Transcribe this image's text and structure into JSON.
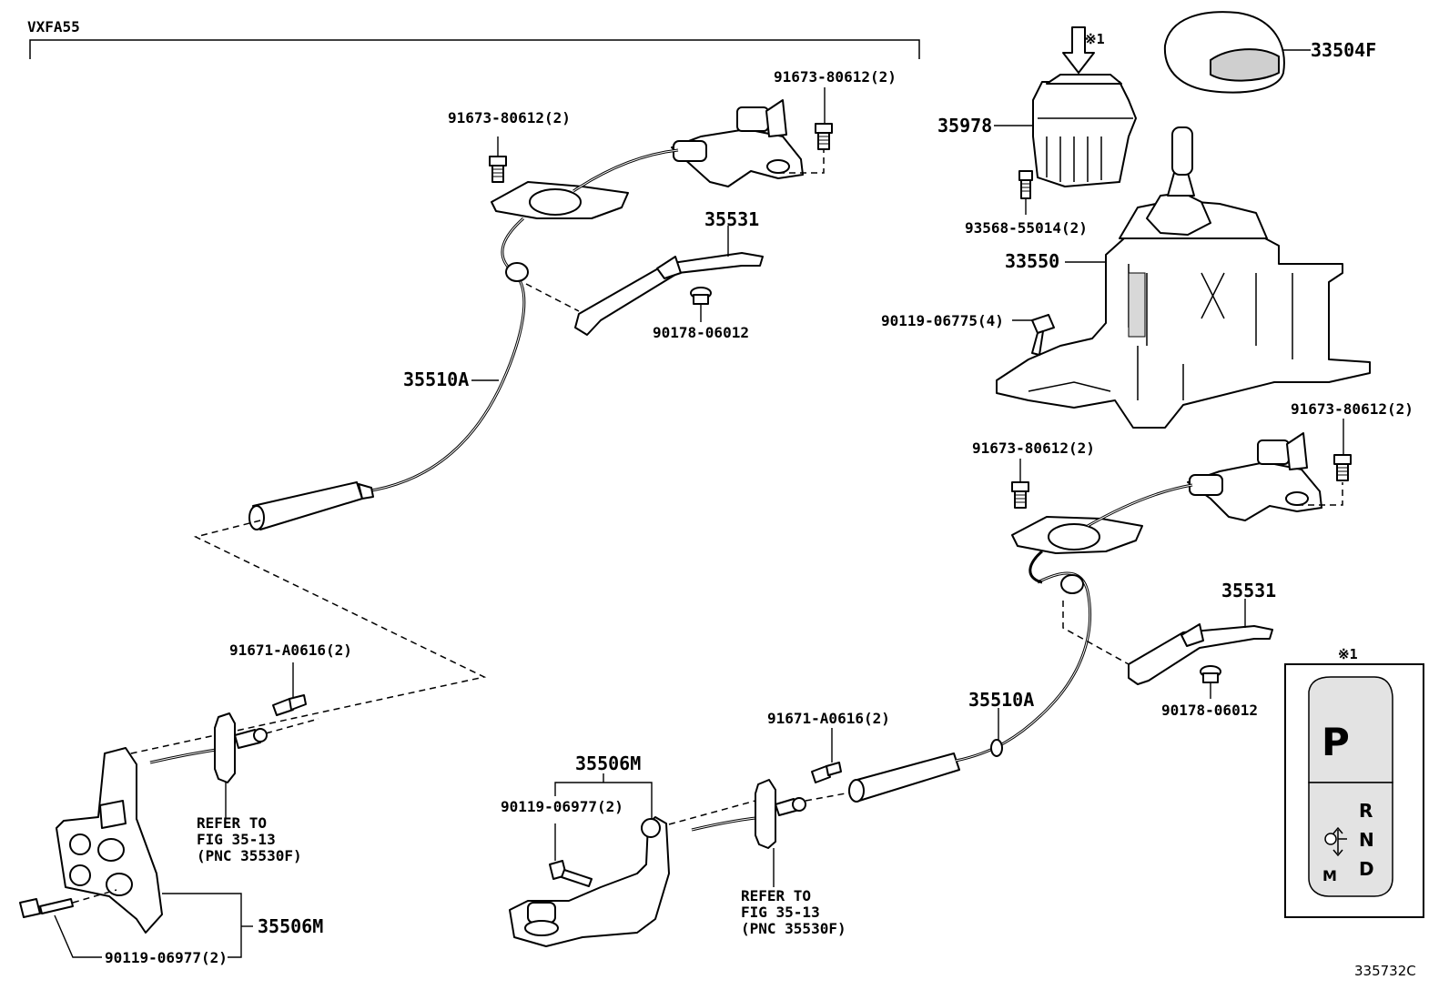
{
  "diagram": {
    "model_code": "VXFA55",
    "figure_id": "335732C",
    "note_mark": "※1",
    "parts": {
      "shift_knob": "33504F",
      "switch_assy": "35978",
      "switch_screw": "93568-55014(2)",
      "shift_lever_assy": "33550",
      "lever_bolt": "90119-06775(4)",
      "bracket_bolt_a": "91673-80612(2)",
      "bracket_bolt_b": "91673-80612(2)",
      "bracket_bolt_c": "91673-80612(2)",
      "bracket_bolt_d": "91673-80612(2)",
      "cable_clamp_a": "35531",
      "cable_clamp_b": "35531",
      "clip_a": "90178-06012",
      "clip_b": "90178-06012",
      "control_cable_a": "35510A",
      "control_cable_b": "35510A",
      "cable_bolt_a": "91671-A0616(2)",
      "cable_bolt_b": "91671-A0616(2)",
      "support_bracket_a": "35506M",
      "support_bracket_b": "35506M",
      "bracket_bolt_e": "90119-06977(2)",
      "bracket_bolt_f": "90119-06977(2)"
    },
    "refer_a": [
      "REFER TO",
      "FIG 35-13",
      "(PNC 35530F)"
    ],
    "refer_b": [
      "REFER TO",
      "FIG 35-13",
      "(PNC 35530F)"
    ],
    "inset": {
      "park_letter": "P",
      "r_letter": "R",
      "n_letter": "N",
      "d_letter": "D",
      "m_letter": "M"
    }
  }
}
